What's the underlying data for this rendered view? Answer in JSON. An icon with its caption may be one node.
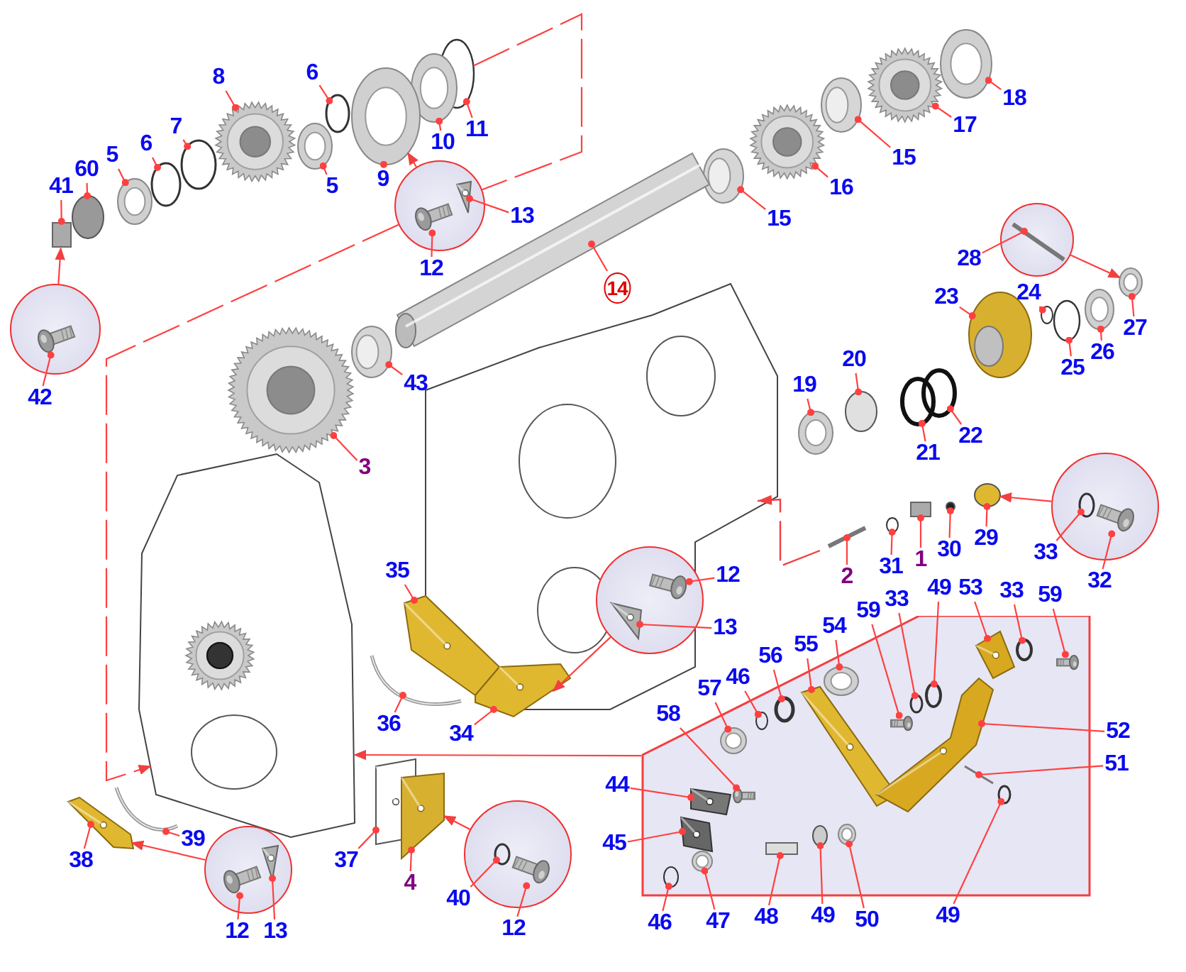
{
  "diagram": {
    "nodes": [
      {
        "text": [
          "8"
        ]
      },
      {
        "text": [
          "6"
        ]
      },
      {
        "text": [
          "18"
        ]
      },
      {
        "text": [
          "7"
        ]
      },
      {
        "text": [
          "17"
        ]
      },
      {
        "text": [
          "11"
        ]
      },
      {
        "text": [
          "10"
        ]
      },
      {
        "text": [
          "6"
        ]
      },
      {
        "text": [
          "5"
        ]
      },
      {
        "text": [
          "15"
        ]
      },
      {
        "text": [
          "60"
        ]
      },
      {
        "text": [
          "9"
        ]
      },
      {
        "text": [
          "5"
        ]
      },
      {
        "text": [
          "41"
        ]
      },
      {
        "text": [
          "16"
        ]
      },
      {
        "text": [
          "13"
        ]
      },
      {
        "text": [
          "15"
        ]
      },
      {
        "text": [
          "28"
        ]
      },
      {
        "text": [
          "12"
        ]
      },
      {
        "text": [
          "14"
        ]
      },
      {
        "text": [
          "24"
        ]
      },
      {
        "text": [
          "23"
        ]
      },
      {
        "text": [
          "27"
        ]
      },
      {
        "text": [
          "26"
        ]
      },
      {
        "text": [
          "20"
        ]
      },
      {
        "text": [
          "25"
        ]
      },
      {
        "text": [
          "43"
        ]
      },
      {
        "text": [
          "19"
        ]
      },
      {
        "text": [
          "42"
        ]
      },
      {
        "text": [
          "22"
        ]
      },
      {
        "text": [
          "21"
        ]
      },
      {
        "text": [
          "3"
        ]
      },
      {
        "text": [
          "29"
        ]
      },
      {
        "text": [
          "30"
        ]
      },
      {
        "text": [
          "33"
        ]
      },
      {
        "text": [
          "1"
        ]
      },
      {
        "text": [
          "31"
        ]
      },
      {
        "text": [
          "35"
        ]
      },
      {
        "text": [
          "12"
        ]
      },
      {
        "text": [
          "2"
        ]
      },
      {
        "text": [
          "32"
        ]
      },
      {
        "text": [
          "53"
        ]
      },
      {
        "text": [
          "49"
        ]
      },
      {
        "text": [
          "33"
        ]
      },
      {
        "text": [
          "59"
        ]
      },
      {
        "text": [
          "33"
        ]
      },
      {
        "text": [
          "59"
        ]
      },
      {
        "text": [
          "54"
        ]
      },
      {
        "text": [
          "13"
        ]
      },
      {
        "text": [
          "55"
        ]
      },
      {
        "text": [
          "56"
        ]
      },
      {
        "text": [
          "46"
        ]
      },
      {
        "text": [
          "57"
        ]
      },
      {
        "text": [
          "58"
        ]
      },
      {
        "text": [
          "36"
        ]
      },
      {
        "text": [
          "52"
        ]
      },
      {
        "text": [
          "34"
        ]
      },
      {
        "text": [
          "51"
        ]
      },
      {
        "text": [
          "44"
        ]
      },
      {
        "text": [
          "39"
        ]
      },
      {
        "text": [
          "45"
        ]
      },
      {
        "text": [
          "38"
        ]
      },
      {
        "text": [
          "37"
        ]
      },
      {
        "text": [
          "4"
        ]
      },
      {
        "text": [
          "40"
        ]
      },
      {
        "text": [
          "48"
        ]
      },
      {
        "text": [
          "49"
        ]
      },
      {
        "text": [
          "50"
        ]
      },
      {
        "text": [
          "46"
        ]
      },
      {
        "text": [
          "47"
        ]
      },
      {
        "text": [
          "49"
        ]
      },
      {
        "text": [
          "12"
        ]
      },
      {
        "text": [
          "12"
        ]
      },
      {
        "text": [
          "13"
        ]
      },
      {
        "text": [],
        "shape": "circle"
      },
      {
        "text": [],
        "shape": "circle"
      },
      {
        "text": [],
        "shape": "circle"
      },
      {
        "text": [],
        "shape": "circle"
      },
      {
        "text": [],
        "shape": "circle"
      },
      {
        "text": [],
        "shape": "circle"
      },
      {
        "text": [],
        "shape": "circle"
      },
      {
        "text": [],
        "shape": "box"
      },
      {
        "text": [],
        "shape": "picture"
      },
      {
        "text": [],
        "shape": "circle"
      },
      {
        "text": [],
        "shape": "picture"
      },
      {
        "text": [],
        "shape": "circle"
      },
      {
        "text": [],
        "shape": "picture"
      },
      {
        "text": [],
        "shape": "circle"
      },
      {
        "text": [],
        "shape": "picture"
      },
      {
        "text": [],
        "shape": "circle"
      },
      {
        "text": [],
        "shape": "picture"
      },
      {
        "text": [],
        "shape": "picture"
      },
      {
        "text": [],
        "shape": "circle"
      },
      {
        "text": [],
        "shape": "picture"
      },
      {
        "text": [],
        "shape": "picture"
      },
      {
        "text": [],
        "shape": "box"
      },
      {
        "text": [],
        "shape": "picture"
      },
      {
        "text": [],
        "shape": "picture",
        "in": 75
      },
      {
        "text": [],
        "shape": "picture"
      },
      {
        "text": [],
        "shape": "bar",
        "in": 76
      },
      {
        "text": [],
        "shape": "picture",
        "in": 75
      },
      {
        "text": [],
        "shape": "picture"
      },
      {
        "text": [],
        "shape": "circle"
      },
      {
        "text": [],
        "shape": "picture"
      },
      {
        "text": [],
        "shape": "picture"
      },
      {
        "text": [],
        "shape": "picture"
      },
      {
        "text": [],
        "shape": "circle"
      },
      {
        "text": [],
        "shape": "circle"
      },
      {
        "text": [],
        "shape": "picture"
      },
      {
        "text": [],
        "shape": "picture"
      },
      {
        "text": [],
        "shape": "picture",
        "in": 74
      },
      {
        "text": [],
        "shape": "circle"
      },
      {
        "text": [],
        "shape": "circle"
      },
      {
        "text": [],
        "shape": "picture"
      },
      {
        "text": [],
        "shape": "circle"
      },
      {
        "text": [],
        "shape": "circle"
      },
      {
        "text": [],
        "shape": "circle",
        "in": 77
      },
      {
        "text": [],
        "shape": "box"
      },
      {
        "text": [],
        "shape": "circle"
      },
      {
        "text": [],
        "shape": "picture"
      },
      {
        "text": [],
        "shape": "picture",
        "in": 78
      },
      {
        "text": [],
        "shape": "bar"
      },
      {
        "text": [],
        "shape": "picture",
        "in": 77
      },
      {
        "text": [],
        "shape": "picture",
        "in": 81
      },
      {
        "text": [],
        "shape": "circle",
        "in": 81
      },
      {
        "text": [],
        "shape": "circle",
        "in": 81
      },
      {
        "text": [],
        "shape": "picture",
        "in": 81
      },
      {
        "text": [],
        "shape": "circle",
        "in": 81
      },
      {
        "text": [],
        "shape": "picture",
        "in": 81
      },
      {
        "text": [],
        "shape": "picture",
        "in": 81
      },
      {
        "text": [],
        "shape": "picture",
        "in": 78
      },
      {
        "text": [],
        "shape": "picture",
        "in": 81
      },
      {
        "text": [],
        "shape": "circle",
        "in": 81
      },
      {
        "text": [],
        "shape": "circle",
        "in": 81
      },
      {
        "text": [],
        "shape": "picture",
        "in": 81
      },
      {
        "text": [],
        "shape": "picture",
        "in": 81
      },
      {
        "text": [],
        "shape": "picture"
      },
      {
        "text": [],
        "shape": "picture",
        "in": 81
      },
      {
        "text": [],
        "shape": "picture"
      },
      {
        "text": [],
        "shape": "bar",
        "in": 81
      },
      {
        "text": [],
        "shape": "picture",
        "in": 81
      },
      {
        "text": [],
        "shape": "picture"
      },
      {
        "text": [],
        "shape": "picture",
        "in": 81
      },
      {
        "text": [],
        "shape": "picture"
      },
      {
        "text": [],
        "shape": "picture"
      },
      {
        "text": [],
        "shape": "picture"
      },
      {
        "text": [],
        "shape": "circle",
        "in": 80
      },
      {
        "text": [],
        "shape": "box",
        "in": 81
      },
      {
        "text": [],
        "shape": "circle",
        "in": 81
      },
      {
        "text": [],
        "shape": "picture",
        "in": 81
      },
      {
        "text": [],
        "shape": "circle",
        "in": 81
      },
      {
        "text": [],
        "shape": "picture",
        "in": 81
      },
      {
        "text": [],
        "shape": "circle",
        "in": 81
      },
      {
        "text": [],
        "shape": "picture",
        "in": 80
      },
      {
        "text": [],
        "shape": "picture",
        "in": 79
      },
      {
        "text": [],
        "shape": "picture",
        "in": 79
      },
      {
        "text": [],
        "shape": "picture"
      }
    ],
    "edges": [
      {
        "from": 0,
        "to": 82,
        "arrow": "other"
      },
      {
        "from": 1,
        "to": 83,
        "arrow": "other"
      },
      {
        "from": 2,
        "to": 84,
        "arrow": "other"
      },
      {
        "from": 3,
        "to": 85,
        "arrow": "other"
      },
      {
        "from": 4,
        "to": 86,
        "arrow": "other"
      },
      {
        "from": 5,
        "to": 87,
        "arrow": "other"
      },
      {
        "from": 6,
        "to": 88,
        "arrow": "other"
      },
      {
        "from": 7,
        "to": 89,
        "arrow": "other"
      },
      {
        "from": 8,
        "to": 90,
        "arrow": "other"
      },
      {
        "from": 9,
        "to": 91,
        "arrow": "other"
      },
      {
        "from": 10,
        "to": 92,
        "arrow": "other"
      },
      {
        "from": 11,
        "to": 93,
        "arrow": "other"
      },
      {
        "from": 12,
        "to": 94,
        "arrow": "other"
      },
      {
        "from": 13,
        "to": 95,
        "arrow": "other"
      },
      {
        "from": 14,
        "to": 96,
        "arrow": "other"
      },
      {
        "from": 15,
        "to": 97,
        "arrow": "other"
      },
      {
        "from": 16,
        "to": 98,
        "arrow": "other"
      },
      {
        "from": 17,
        "to": 99,
        "arrow": "other"
      },
      {
        "from": 18,
        "to": 100,
        "arrow": "other"
      },
      {
        "from": 19,
        "to": 101,
        "arrow": "other"
      },
      {
        "from": 20,
        "to": 102,
        "arrow": "other"
      },
      {
        "from": 21,
        "to": 103,
        "arrow": "other"
      },
      {
        "from": 22,
        "to": 104,
        "arrow": "other"
      },
      {
        "from": 23,
        "to": 105,
        "arrow": "other"
      },
      {
        "from": 24,
        "to": 106,
        "arrow": "other"
      },
      {
        "from": 25,
        "to": 107,
        "arrow": "other"
      },
      {
        "from": 26,
        "to": 108,
        "arrow": "other"
      },
      {
        "from": 27,
        "to": 109,
        "arrow": "other"
      },
      {
        "from": 28,
        "to": 110,
        "arrow": "other"
      },
      {
        "from": 29,
        "to": 111,
        "arrow": "other"
      },
      {
        "from": 30,
        "to": 112,
        "arrow": "other"
      },
      {
        "from": 31,
        "to": 113,
        "arrow": "other"
      },
      {
        "from": 32,
        "to": 114,
        "arrow": "other"
      },
      {
        "from": 33,
        "to": 115,
        "arrow": "other"
      },
      {
        "from": 34,
        "to": 116,
        "arrow": "other"
      },
      {
        "from": 35,
        "to": 117,
        "arrow": "other"
      },
      {
        "from": 36,
        "to": 118,
        "arrow": "other"
      },
      {
        "from": 37,
        "to": 119,
        "arrow": "other"
      },
      {
        "from": 38,
        "to": 120,
        "arrow": "other"
      },
      {
        "from": 39,
        "to": 121,
        "arrow": "other"
      },
      {
        "from": 40,
        "to": 122,
        "arrow": "other"
      },
      {
        "from": 41,
        "to": 123,
        "arrow": "other"
      },
      {
        "from": 42,
        "to": 124,
        "arrow": "other"
      },
      {
        "from": 43,
        "to": 125,
        "arrow": "other"
      },
      {
        "from": 44,
        "to": 126,
        "arrow": "other"
      },
      {
        "from": 45,
        "to": 127,
        "arrow": "other"
      },
      {
        "from": 46,
        "to": 128,
        "arrow": "other"
      },
      {
        "from": 47,
        "to": 129,
        "arrow": "other"
      },
      {
        "from": 48,
        "to": 130,
        "arrow": "other"
      },
      {
        "from": 49,
        "to": 131,
        "arrow": "other"
      },
      {
        "from": 50,
        "to": 132,
        "arrow": "other"
      },
      {
        "from": 51,
        "to": 133,
        "arrow": "other"
      },
      {
        "from": 52,
        "to": 134,
        "arrow": "other"
      },
      {
        "from": 53,
        "to": 135,
        "arrow": "other"
      },
      {
        "from": 54,
        "to": 136,
        "arrow": "other"
      },
      {
        "from": 55,
        "to": 137,
        "arrow": "other"
      },
      {
        "from": 56,
        "to": 138,
        "arrow": "other"
      },
      {
        "from": 57,
        "to": 139,
        "arrow": "other"
      },
      {
        "from": 58,
        "to": 140,
        "arrow": "other"
      },
      {
        "from": 59,
        "to": 141,
        "arrow": "other"
      },
      {
        "from": 60,
        "to": 142,
        "arrow": "other"
      },
      {
        "from": 61,
        "to": 143,
        "arrow": "other"
      },
      {
        "from": 62,
        "to": 144,
        "arrow": "other"
      },
      {
        "from": 63,
        "to": 145,
        "arrow": "other"
      },
      {
        "from": 64,
        "to": 146,
        "arrow": "other"
      },
      {
        "from": 65,
        "to": 147,
        "arrow": "other"
      },
      {
        "from": 66,
        "to": 148,
        "arrow": "other"
      },
      {
        "from": 67,
        "to": 149,
        "arrow": "other"
      },
      {
        "from": 68,
        "to": 150,
        "arrow": "other"
      },
      {
        "from": 69,
        "to": 151,
        "arrow": "other"
      },
      {
        "from": 70,
        "to": 152,
        "arrow": "other"
      },
      {
        "from": 71,
        "to": 153,
        "arrow": "other"
      },
      {
        "from": 72,
        "to": 154,
        "arrow": "other"
      },
      {
        "from": 73,
        "to": 155,
        "arrow": "other"
      },
      {
        "from": 74,
        "to": 95,
        "arrow": "to"
      },
      {
        "from": 75,
        "to": 93,
        "arrow": "to"
      },
      {
        "from": 76,
        "to": 104,
        "arrow": "to"
      },
      {
        "from": 77,
        "to": 114,
        "arrow": "to"
      },
      {
        "from": 78,
        "to": 138,
        "arrow": "to"
      },
      {
        "from": 79,
        "to": 143,
        "arrow": "to"
      },
      {
        "from": 80,
        "to": 145,
        "arrow": "to"
      },
      {
        "from": 81,
        "to": 156,
        "arrow": "to"
      },
      {
        "from": 87,
        "to": 75,
        "arrow": "none",
        "style": "dashed"
      },
      {
        "from": 75,
        "to": 156,
        "arrow": "to",
        "style": "dashed"
      }
    ]
  }
}
